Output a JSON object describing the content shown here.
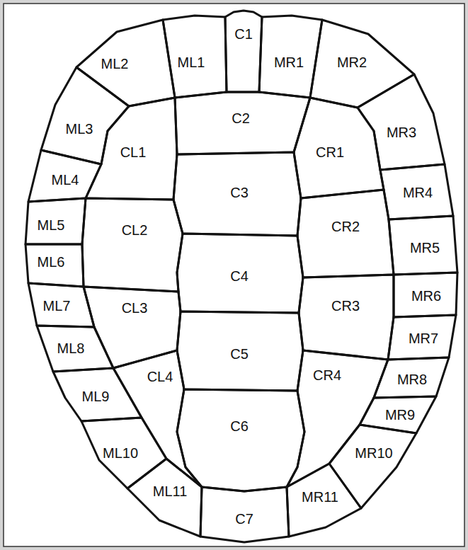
{
  "diagram": {
    "nodes": [
      {
        "text": [
          "C1"
        ]
      },
      {
        "text": [
          "C2"
        ]
      },
      {
        "text": [
          "C3"
        ]
      },
      {
        "text": [
          "C4"
        ]
      },
      {
        "text": [
          "C5"
        ]
      },
      {
        "text": [
          "C6"
        ]
      },
      {
        "text": [
          "C7"
        ]
      },
      {
        "text": [
          "CL1"
        ]
      },
      {
        "text": [
          "CL2"
        ]
      },
      {
        "text": [
          "CL3"
        ]
      },
      {
        "text": [
          "CL4"
        ]
      },
      {
        "text": [
          "CR1"
        ]
      },
      {
        "text": [
          "CR2"
        ]
      },
      {
        "text": [
          "CR3"
        ]
      },
      {
        "text": [
          "CR4"
        ]
      },
      {
        "text": [
          "ML1"
        ]
      },
      {
        "text": [
          "ML2"
        ]
      },
      {
        "text": [
          "ML3"
        ]
      },
      {
        "text": [
          "ML4"
        ]
      },
      {
        "text": [
          "ML5"
        ]
      },
      {
        "text": [
          "ML6"
        ]
      },
      {
        "text": [
          "ML7"
        ]
      },
      {
        "text": [
          "ML8"
        ]
      },
      {
        "text": [
          "ML9"
        ]
      },
      {
        "text": [
          "ML10"
        ]
      },
      {
        "text": [
          "ML11"
        ]
      },
      {
        "text": [
          "MR1"
        ]
      },
      {
        "text": [
          "MR2"
        ]
      },
      {
        "text": [
          "MR3"
        ]
      },
      {
        "text": [
          "MR4"
        ]
      },
      {
        "text": [
          "MR5"
        ]
      },
      {
        "text": [
          "MR6"
        ]
      },
      {
        "text": [
          "MR7"
        ]
      },
      {
        "text": [
          "MR8"
        ]
      },
      {
        "text": [
          "MR9"
        ]
      },
      {
        "text": [
          "MR10"
        ]
      },
      {
        "text": [
          "MR11"
        ]
      }
    ]
  }
}
